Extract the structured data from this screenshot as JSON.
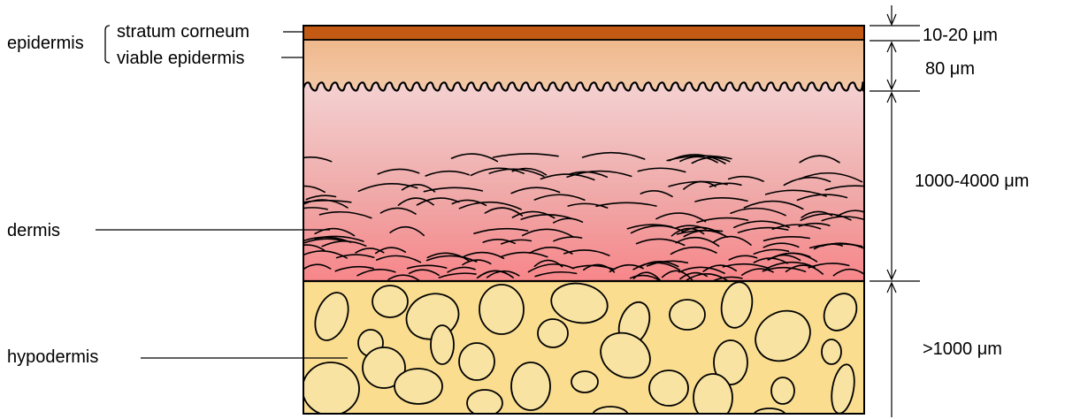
{
  "layers": {
    "epidermis": "epidermis",
    "stratum_corneum": "stratum corneum",
    "viable_epidermis": "viable epidermis",
    "dermis": "dermis",
    "hypodermis": "hypodermis"
  },
  "thickness": {
    "stratum_corneum": "10-20 μm",
    "viable_epidermis": "80 μm",
    "dermis": "1000-4000 μm",
    "hypodermis": ">1000 μm"
  },
  "colors": {
    "stratum_corneum": "#c25a14",
    "viable_epidermis_top": "#f0b88c",
    "viable_epidermis_bottom": "#f3c9a8",
    "dermis_top": "#f4d1d1",
    "dermis_bottom": "#f7868a",
    "hypodermis": "#fadd8f",
    "hypodermis_cell": "#f8e3a2"
  }
}
